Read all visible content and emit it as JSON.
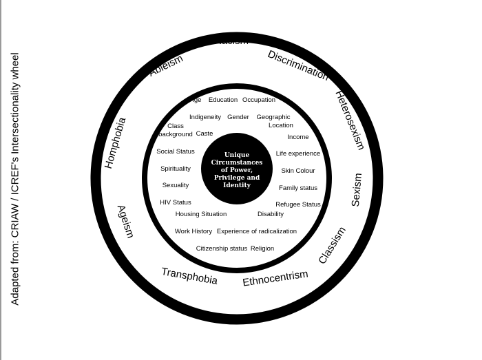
{
  "caption": "Adapted from: CRIAW / ICREF's Intersectionality wheel",
  "center_lines": [
    "Unique",
    "Circumstances",
    "of Power,",
    "Privilege and",
    "Identity"
  ],
  "outer_labels": [
    {
      "text": "Racism"
    },
    {
      "text": "Discrimination"
    },
    {
      "text": "Heterosexism"
    },
    {
      "text": "Sexism"
    },
    {
      "text": "Classism"
    },
    {
      "text": "Ethnocentrism"
    },
    {
      "text": "Transphobia"
    },
    {
      "text": "Ageism"
    },
    {
      "text": "Homphobia"
    },
    {
      "text": "Ableism"
    }
  ],
  "inner_labels": [
    {
      "text": "Age"
    },
    {
      "text": "Education"
    },
    {
      "text": "Occupation"
    },
    {
      "text": "Indigeneity"
    },
    {
      "text": "Gender"
    },
    {
      "text": "Geographic"
    },
    {
      "text": "Location"
    },
    {
      "text": "Class"
    },
    {
      "text": "background"
    },
    {
      "text": "Caste"
    },
    {
      "text": "Income"
    },
    {
      "text": "Social Status"
    },
    {
      "text": "Life experience"
    },
    {
      "text": "Spirituality"
    },
    {
      "text": "Skin Colour"
    },
    {
      "text": "Sexuality"
    },
    {
      "text": "Family status"
    },
    {
      "text": "HIV Status"
    },
    {
      "text": "Refugee Status"
    },
    {
      "text": "Housing Situation"
    },
    {
      "text": "Disability"
    },
    {
      "text": "Work History"
    },
    {
      "text": "Experience of radicalization"
    },
    {
      "text": "Citizenship status"
    },
    {
      "text": "Religion"
    }
  ]
}
